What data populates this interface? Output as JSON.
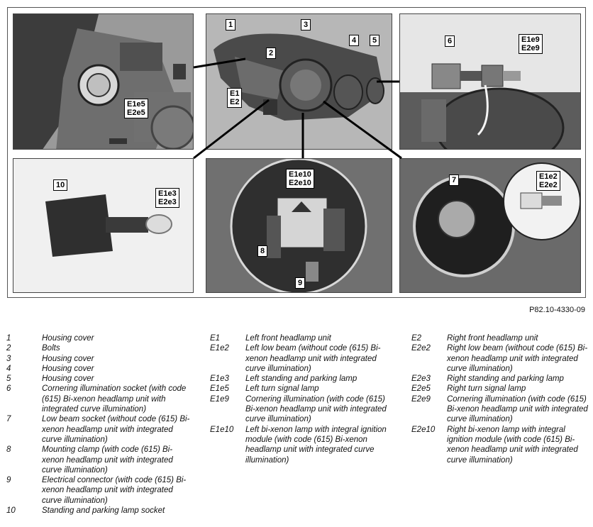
{
  "figure_code": "P82.10-4330-09",
  "callouts": {
    "c1": "1",
    "c2": "2",
    "c3": "3",
    "c4": "4",
    "c5": "5",
    "c6": "6",
    "c7": "7",
    "c9": "9",
    "c10": "10",
    "c8": "8",
    "e1e2_label": "E1\nE2",
    "e1e5": "E1e5\nE2e5",
    "e1e9": "E1e9\nE2e9",
    "e1e3": "E1e3\nE2e3",
    "e1e10": "E1e10\nE2e10",
    "e1e2b": "E1e2\nE2e2"
  },
  "legend_left": [
    {
      "key": "1",
      "text": "Housing cover"
    },
    {
      "key": "2",
      "text": "Bolts"
    },
    {
      "key": "3",
      "text": "Housing cover"
    },
    {
      "key": "4",
      "text": "Housing cover"
    },
    {
      "key": "5",
      "text": "Housing cover"
    },
    {
      "key": "6",
      "text": "Cornering illumination socket (with code (615) Bi-xenon headlamp unit with integrated curve illumination)"
    },
    {
      "key": "7",
      "text": "Low beam socket (without code (615) Bi-xenon headlamp unit with integrated curve illumination)"
    },
    {
      "key": "8",
      "text": "Mounting clamp (with code (615) Bi-xenon headlamp unit with integrated curve illumination)"
    },
    {
      "key": "9",
      "text": "Electrical connector (with code (615) Bi-xenon headlamp unit with integrated curve illumination)"
    },
    {
      "key": "10",
      "text": "Standing and parking lamp socket"
    }
  ],
  "legend_mid": [
    {
      "key": "E1",
      "text": "Left front headlamp unit"
    },
    {
      "key": "E1e2",
      "text": "Left low beam (without code (615) Bi-xenon headlamp unit with integrated curve illumination)"
    },
    {
      "key": "E1e3",
      "text": "Left standing and parking lamp"
    },
    {
      "key": "E1e5",
      "text": "Left turn signal lamp"
    },
    {
      "key": "E1e9",
      "text": "Cornering illumination (with code (615) Bi-xenon headlamp unit with integrated curve illumination)"
    },
    {
      "key": "E1e10",
      "text": "Left bi-xenon lamp with integral ignition module (with code (615) Bi-xenon headlamp unit with integrated curve illumination)"
    }
  ],
  "legend_right": [
    {
      "key": "E2",
      "text": "Right front headlamp unit"
    },
    {
      "key": "E2e2",
      "text": "Right low beam (without code (615) Bi-xenon headlamp unit with integrated curve illumination)"
    },
    {
      "key": "E2e3",
      "text": "Right standing and parking lamp"
    },
    {
      "key": "E2e5",
      "text": "Right turn signal lamp"
    },
    {
      "key": "E2e9",
      "text": "Cornering illumination (with code (615) Bi-xenon headlamp unit with integrated curve illumination)"
    },
    {
      "key": "E2e10",
      "text": "Right bi-xenon lamp with integral ignition module (with code (615) Bi-xenon headlamp unit with integrated curve illumination)"
    }
  ]
}
